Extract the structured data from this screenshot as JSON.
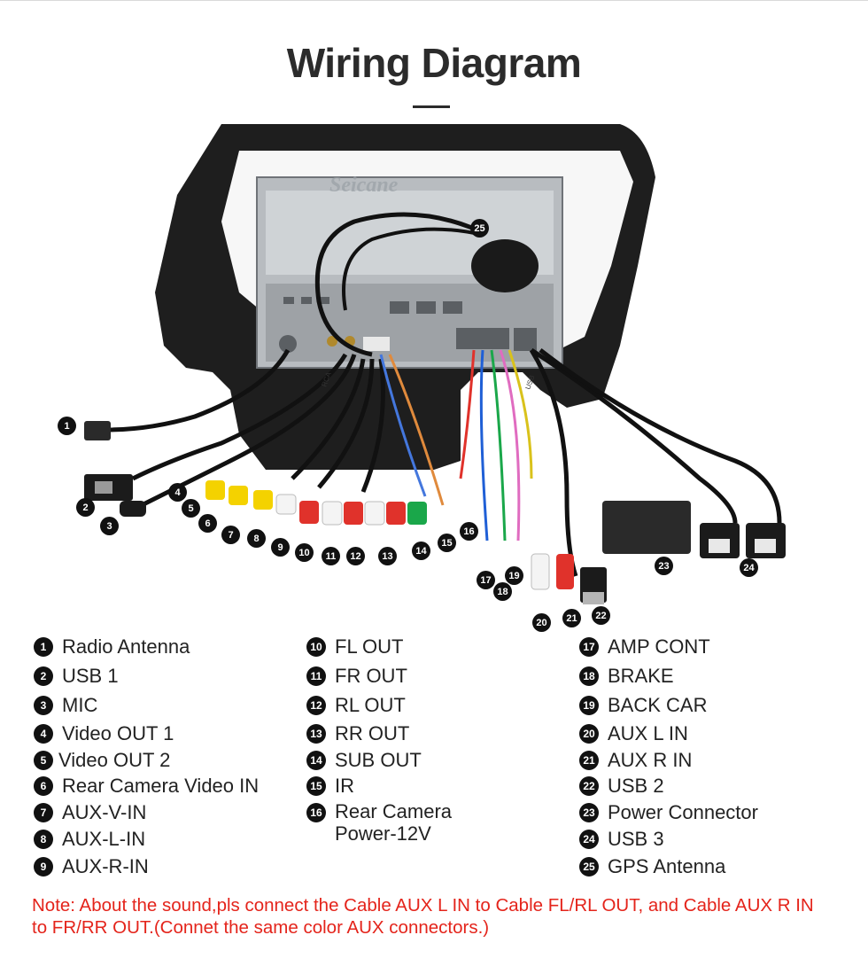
{
  "title": "Wiring Diagram",
  "watermark": "Seicane",
  "harness_labels": {
    "label_a": "RCA",
    "label_b": "USB"
  },
  "legend": {
    "column_1": [
      {
        "num": "1",
        "label": "Radio Antenna"
      },
      {
        "num": "2",
        "label": "USB 1"
      },
      {
        "num": "3",
        "label": "MIC"
      },
      {
        "num": "4",
        "label": "Video OUT 1"
      },
      {
        "num": "5",
        "label": "Video OUT 2"
      },
      {
        "num": "6",
        "label": "Rear Camera Video IN"
      },
      {
        "num": "7",
        "label": "AUX-V-IN"
      },
      {
        "num": "8",
        "label": "AUX-L-IN"
      },
      {
        "num": "9",
        "label": "AUX-R-IN"
      }
    ],
    "column_2": [
      {
        "num": "10",
        "label": "FL OUT"
      },
      {
        "num": "11",
        "label": "FR OUT"
      },
      {
        "num": "12",
        "label": "RL OUT"
      },
      {
        "num": "13",
        "label": "RR OUT"
      },
      {
        "num": "14",
        "label": "SUB OUT"
      },
      {
        "num": "15",
        "label": "IR"
      },
      {
        "num": "16",
        "label": "Rear Camera\nPower-12V"
      }
    ],
    "column_3": [
      {
        "num": "17",
        "label": "AMP CONT"
      },
      {
        "num": "18",
        "label": "BRAKE"
      },
      {
        "num": "19",
        "label": "BACK CAR"
      },
      {
        "num": "20",
        "label": "AUX L IN"
      },
      {
        "num": "21",
        "label": "AUX R IN"
      },
      {
        "num": "22",
        "label": "USB 2"
      },
      {
        "num": "23",
        "label": "Power Connector"
      },
      {
        "num": "24",
        "label": "USB 3"
      },
      {
        "num": "25",
        "label": "GPS Antenna"
      }
    ]
  },
  "callouts": [
    "1",
    "2",
    "3",
    "4",
    "5",
    "6",
    "7",
    "8",
    "9",
    "10",
    "11",
    "12",
    "13",
    "14",
    "15",
    "16",
    "17",
    "18",
    "19",
    "20",
    "21",
    "22",
    "23",
    "24",
    "25"
  ],
  "note": "Note: About the sound,pls connect the Cable AUX L IN to Cable FL/RL OUT, and Cable AUX R IN to  FR/RR OUT.(Connet the same color AUX connectors.)",
  "colors": {
    "note": "#e4241b",
    "callout": "#111111",
    "frame": "#1e1e1e",
    "chassis": "#b8bcc0"
  }
}
